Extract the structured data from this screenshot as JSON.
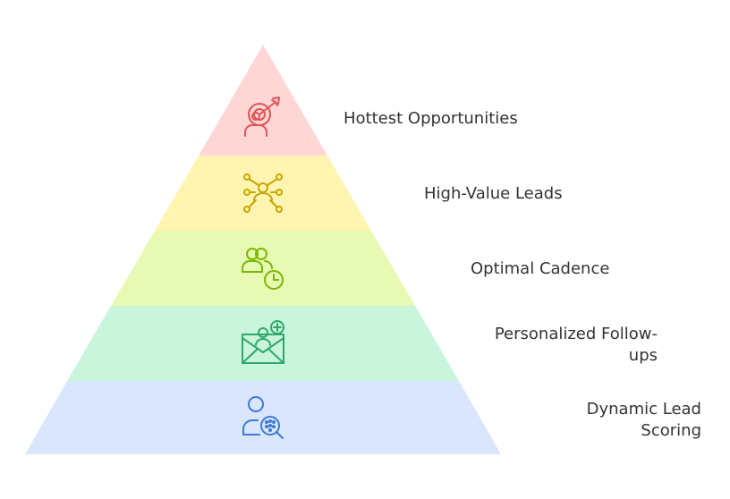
{
  "tiers": [
    {
      "label": "Hottest Opportunities",
      "icon": "target-user-icon",
      "fill": "#ffd6d6",
      "stroke": "#e05555"
    },
    {
      "label": "High-Value Leads",
      "icon": "network-user-icon",
      "fill": "#fff5b0",
      "stroke": "#c9a600"
    },
    {
      "label": "Optimal Cadence",
      "icon": "users-clock-icon",
      "fill": "#e8f9b4",
      "stroke": "#7ab800"
    },
    {
      "label_lines": [
        "Personalized Follow-",
        "ups"
      ],
      "icon": "mail-user-add-icon",
      "fill": "#c8f5dc",
      "stroke": "#2fa86a"
    },
    {
      "label_lines": [
        "Dynamic Lead",
        "Scoring"
      ],
      "icon": "user-search-icon",
      "fill": "#d9e6fb",
      "stroke": "#3d7ad8"
    }
  ]
}
